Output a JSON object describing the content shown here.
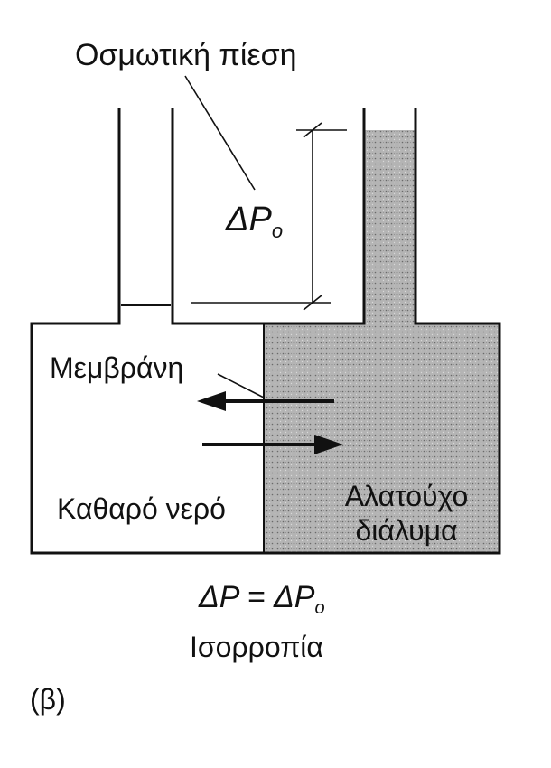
{
  "labels": {
    "osmotic_pressure": "Οσμωτική πίεση",
    "delta_po": "ΔP",
    "delta_po_sub": "o",
    "membrane": "Μεμβράνη",
    "pure_water": "Καθαρό νερό",
    "saline_line1": "Αλατούχο",
    "saline_line2": "διάλυμα",
    "equation_lhs": "ΔP = ΔP",
    "equation_sub": "o",
    "equilibrium": "Ισορροπία",
    "panel": "(β)"
  },
  "colors": {
    "ink": "#111111",
    "solution_fill": "#b4b4b4",
    "background": "#ffffff"
  }
}
